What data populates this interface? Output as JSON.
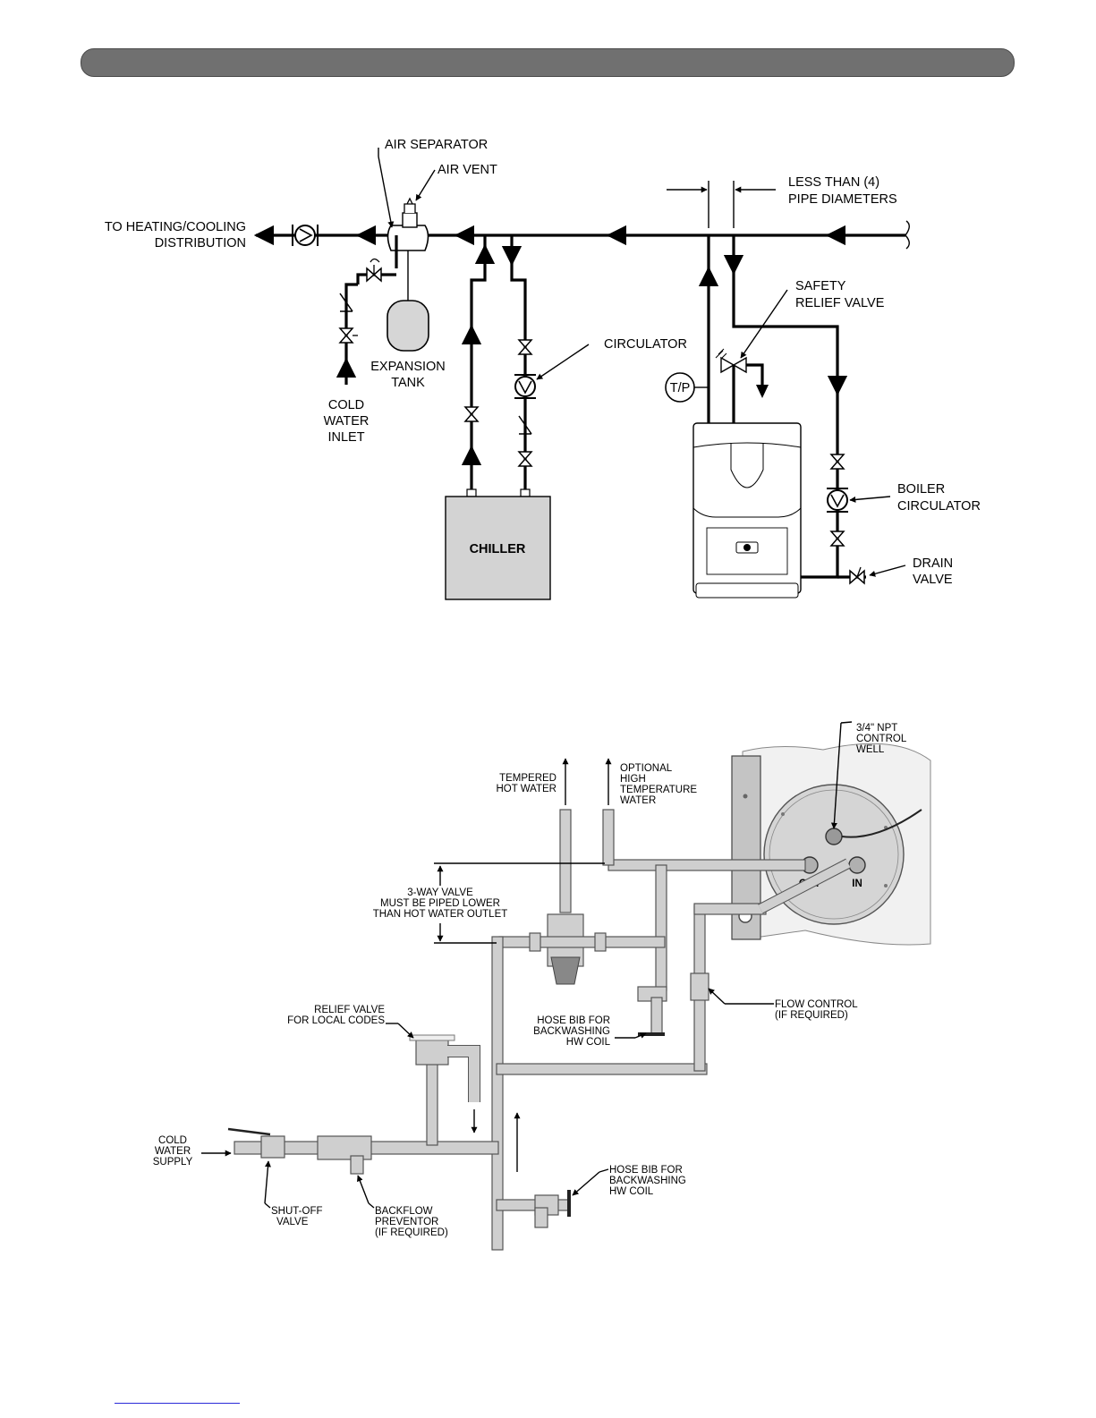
{
  "diagram1": {
    "labels": {
      "air_separator": "AIR SEPARATOR",
      "air_vent": "AIR VENT",
      "distribution_1": "TO HEATING/COOLING",
      "distribution_2": "DISTRIBUTION",
      "less_than_1": "LESS THAN (4)",
      "less_than_2": "PIPE DIAMETERS",
      "safety_relief_1": "SAFETY",
      "safety_relief_2": "RELIEF VALVE",
      "circulator": "CIRCULATOR",
      "expansion_1": "EXPANSION",
      "expansion_2": "TANK",
      "cold_1": "COLD",
      "cold_2": "WATER",
      "cold_3": "INLET",
      "tp": "T/P",
      "chiller": "CHILLER",
      "boiler_circ_1": "BOILER",
      "boiler_circ_2": "CIRCULATOR",
      "drain_1": "DRAIN",
      "drain_2": "VALVE"
    }
  },
  "diagram2": {
    "labels": {
      "npt_1": "3/4\" NPT",
      "npt_2": "CONTROL",
      "npt_3": "WELL",
      "tempered_1": "TEMPERED",
      "tempered_2": "HOT WATER",
      "optional_1": "OPTIONAL",
      "optional_2": "HIGH",
      "optional_3": "TEMPERATURE",
      "optional_4": "WATER",
      "three_way_1": "3-WAY VALVE",
      "three_way_2": "MUST BE PIPED LOWER",
      "three_way_3": "THAN HOT WATER OUTLET",
      "out": "OUT",
      "in": "IN",
      "flow_1": "FLOW CONTROL",
      "flow_2": "(IF REQUIRED)",
      "hose_top_1": "HOSE BIB FOR",
      "hose_top_2": "BACKWASHING",
      "hose_top_3": "HW COIL",
      "relief_1": "RELIEF VALVE",
      "relief_2": "FOR LOCAL CODES",
      "cold_1": "COLD",
      "cold_2": "WATER",
      "cold_3": "SUPPLY",
      "shutoff_1": "SHUT-OFF",
      "shutoff_2": "VALVE",
      "backflow_1": "BACKFLOW",
      "backflow_2": "PREVENTOR",
      "backflow_3": "(IF REQUIRED)",
      "hose_bot_1": "HOSE BIB FOR",
      "hose_bot_2": "BACKWASHING",
      "hose_bot_3": "HW COIL"
    }
  }
}
